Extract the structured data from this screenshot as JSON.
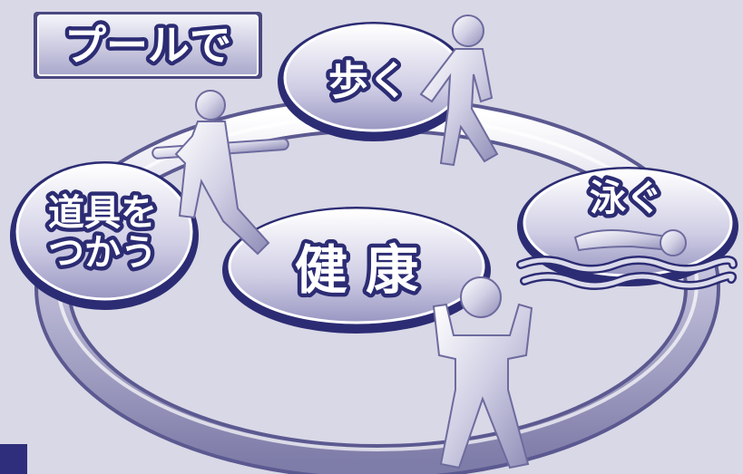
{
  "title": "プールで",
  "center": "健 康",
  "nodes": {
    "walk": "歩く",
    "swim": "泳ぐ",
    "tools_line1": "道具を",
    "tools_line2": "つかう"
  },
  "colors": {
    "background": "#d9d8e6",
    "outline": "#2c2c74",
    "accent": "#2e2e7c"
  }
}
